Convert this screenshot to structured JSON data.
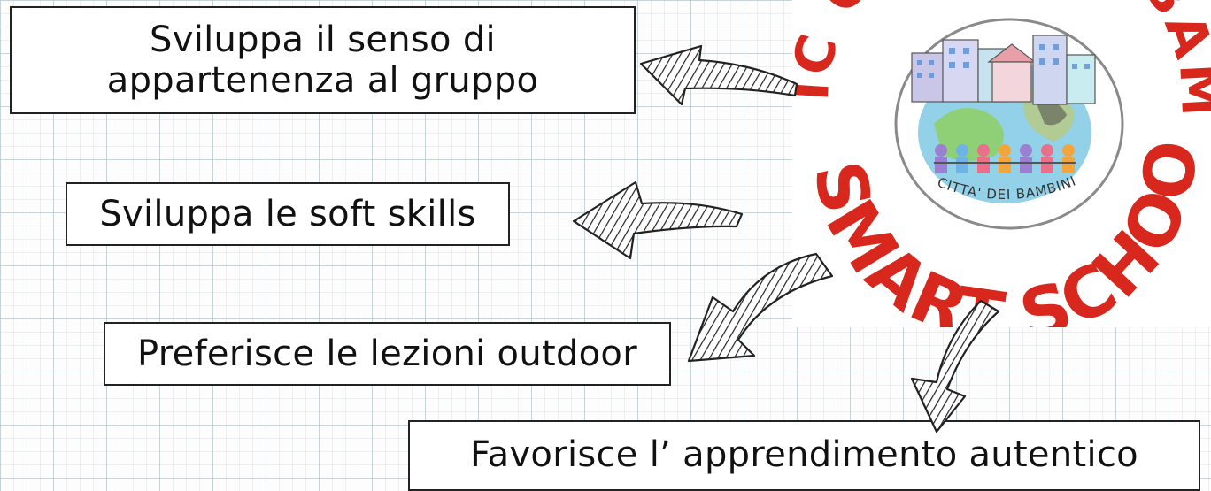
{
  "boxes": {
    "box1": {
      "line1": "Sviluppa il senso di",
      "line2": "appartenenza al gruppo"
    },
    "box2": "Sviluppa le soft skills",
    "box3": "Preferisce le lezioni outdoor",
    "box4": "Favorisce l’ apprendimento autentico"
  },
  "logo": {
    "top_text": "IC CITTÀ DEI BAMBINI",
    "visible_top_left": "IC CIT",
    "visible_top_right": "MBINI",
    "bottom_text": "SMART SCHOOL",
    "inner_banner": "CITTA' DEI BAMBINI",
    "brand_color": "#d8281e"
  },
  "arrows": [
    {
      "from": "logo",
      "to": "Sviluppa il senso di appartenenza al gruppo",
      "icon": "hatched-arrow-left"
    },
    {
      "from": "logo",
      "to": "Sviluppa le soft skills",
      "icon": "hatched-arrow-left"
    },
    {
      "from": "logo",
      "to": "Preferisce le lezioni outdoor",
      "icon": "hatched-arrow-down-left"
    },
    {
      "from": "logo",
      "to": "Favorisce l’ apprendimento autentico",
      "icon": "hatched-arrow-down"
    }
  ]
}
